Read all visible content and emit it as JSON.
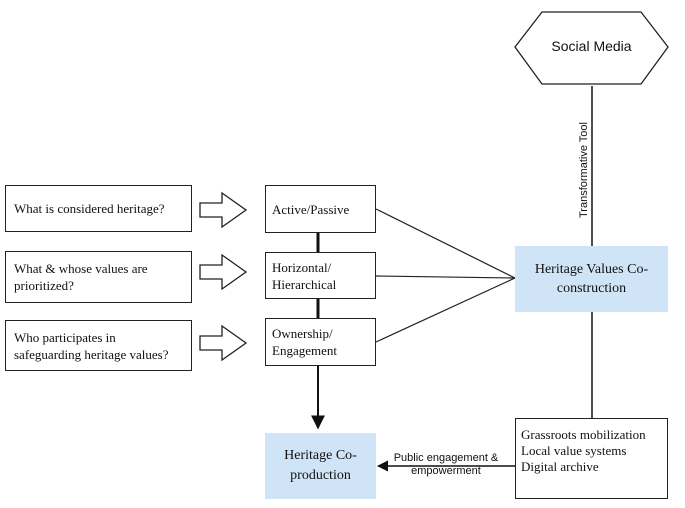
{
  "questions": [
    "What is considered heritage?",
    "What & whose values are prioritized?",
    "Who participates in safeguarding heritage values?"
  ],
  "dimensions": [
    "Active/Passive",
    "Horizontal/ Hierarchical",
    "Ownership/ Engagement"
  ],
  "social_media": "Social Media",
  "transformative_tool": "Transformative Tool",
  "co_construction": "Heritage Values Co-construction",
  "co_production": "Heritage Co-production",
  "grassroots": [
    "Grassroots mobilization",
    "Local value systems",
    "Digital archive"
  ],
  "public_engagement": [
    "Public engagement &",
    "empowerment"
  ]
}
